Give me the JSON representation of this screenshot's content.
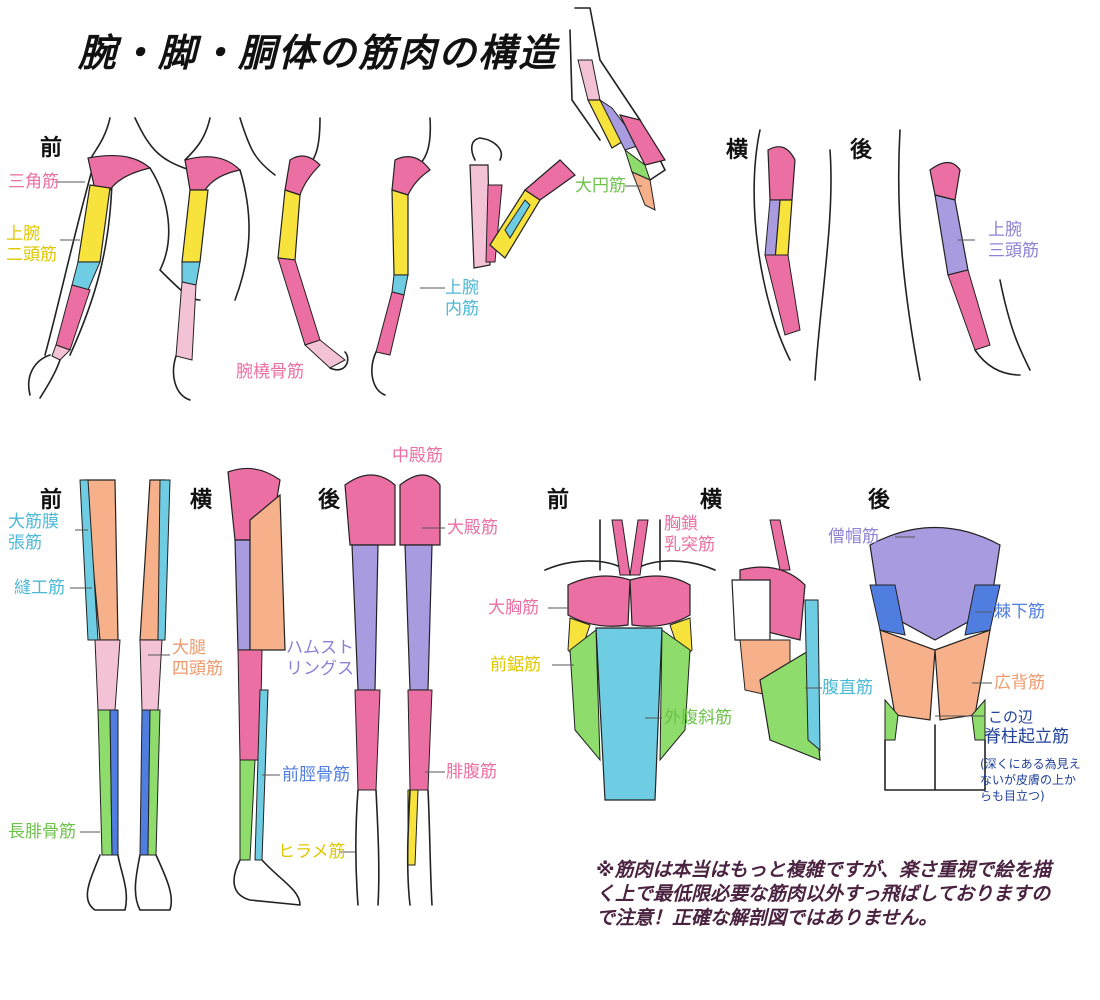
{
  "title": "腕・脚・胴体の筋肉の構造",
  "views": {
    "front": "前",
    "side": "横",
    "back": "後"
  },
  "colors": {
    "pink": "#ec6fa3",
    "light_pink": "#f4c2d6",
    "yellow": "#f8e23c",
    "blue": "#6fcde3",
    "purple": "#a99be0",
    "orange": "#f6b08a",
    "green": "#8edc6c",
    "royal_blue": "#4f7ee0",
    "outline": "#222222",
    "note": "#4a2340"
  },
  "labels": {
    "deltoid": "三角筋",
    "biceps": "上腕\n二頭筋",
    "brachialis": "上腕\n内筋",
    "brachioradialis": "腕橈骨筋",
    "teres_major": "大円筋",
    "triceps": "上腕\n三頭筋",
    "tensor": "大筋膜\n張筋",
    "sartorius": "縫工筋",
    "quadriceps": "大腿\n四頭筋",
    "hamstrings": "ハムスト\nリングス",
    "gluteus_medius": "中殿筋",
    "gluteus_maximus": "大殿筋",
    "tibialis": "前脛骨筋",
    "soleus": "ヒラメ筋",
    "gastrocnemius": "腓腹筋",
    "peroneus": "長腓骨筋",
    "scm": "胸鎖\n乳突筋",
    "pectoralis": "大胸筋",
    "serratus": "前鋸筋",
    "oblique": "外腹斜筋",
    "rectus": "腹直筋",
    "trapezius": "僧帽筋",
    "infraspinatus": "棘下筋",
    "latissimus": "広背筋",
    "erector_lead": "この辺",
    "erector": "脊柱起立筋",
    "erector_note": "(深くにある為見え\nないが皮膚の上か\nらも目立つ)"
  },
  "note": "※筋肉は本当はもっと複雑ですが、楽さ重視で絵を描く上で最低限必要な筋肉以外すっ飛ばしておりますので注意！正確な解剖図ではありません。"
}
